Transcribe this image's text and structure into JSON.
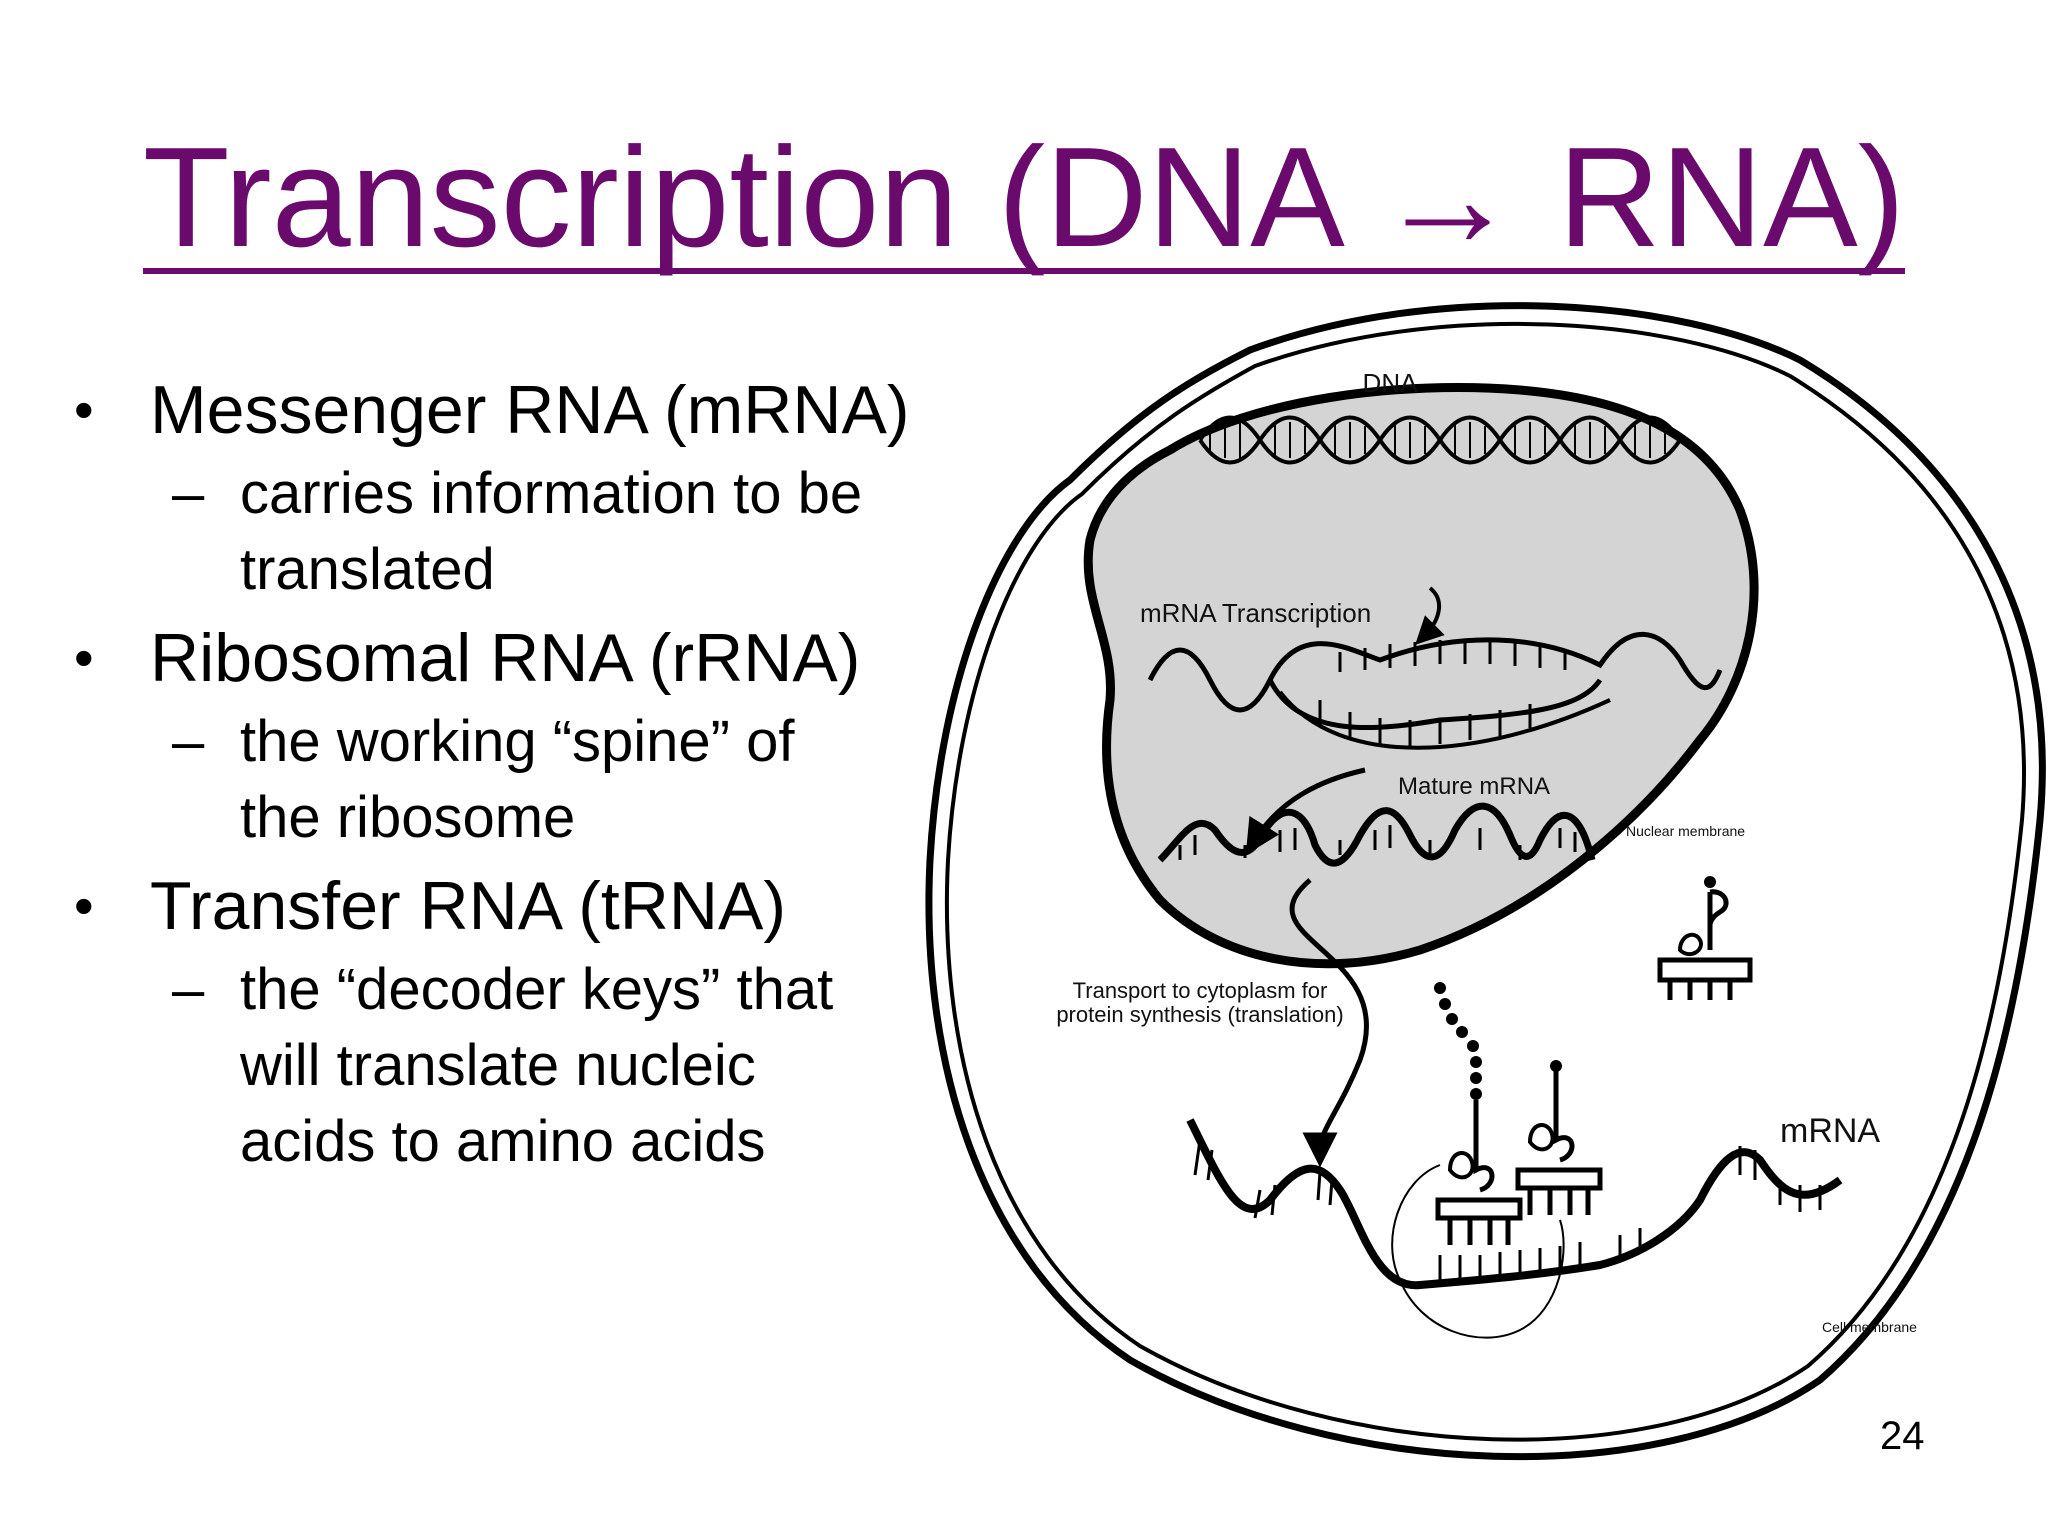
{
  "slide": {
    "title_left": "Transcription (DNA",
    "title_arrow": "→",
    "title_right": "RNA)",
    "page_number": "24"
  },
  "bullets": [
    {
      "text": "Messenger RNA (mRNA)",
      "sub": [
        "carries information to be",
        "translated"
      ]
    },
    {
      "text": "Ribosomal RNA (rRNA)",
      "sub": [
        "the working “spine” of",
        "the ribosome"
      ]
    },
    {
      "text": "Transfer RNA (tRNA)",
      "sub": [
        "the “decoder keys” that",
        "will translate nucleic",
        "acids to amino acids"
      ]
    }
  ],
  "diagram": {
    "label_dna": "DNA",
    "label_transcription": "mRNA Transcription",
    "label_mature": "Mature mRNA",
    "label_nuclear_membrane": "Nuclear membrane",
    "label_transport_1": "Transport to cytoplasm for",
    "label_transport_2": "protein synthesis (translation)",
    "label_mrna": "mRNA",
    "label_cell_membrane": "Cell membrane",
    "colors": {
      "nucleus_fill": "#d4d4d4",
      "outline": "#000000"
    }
  }
}
